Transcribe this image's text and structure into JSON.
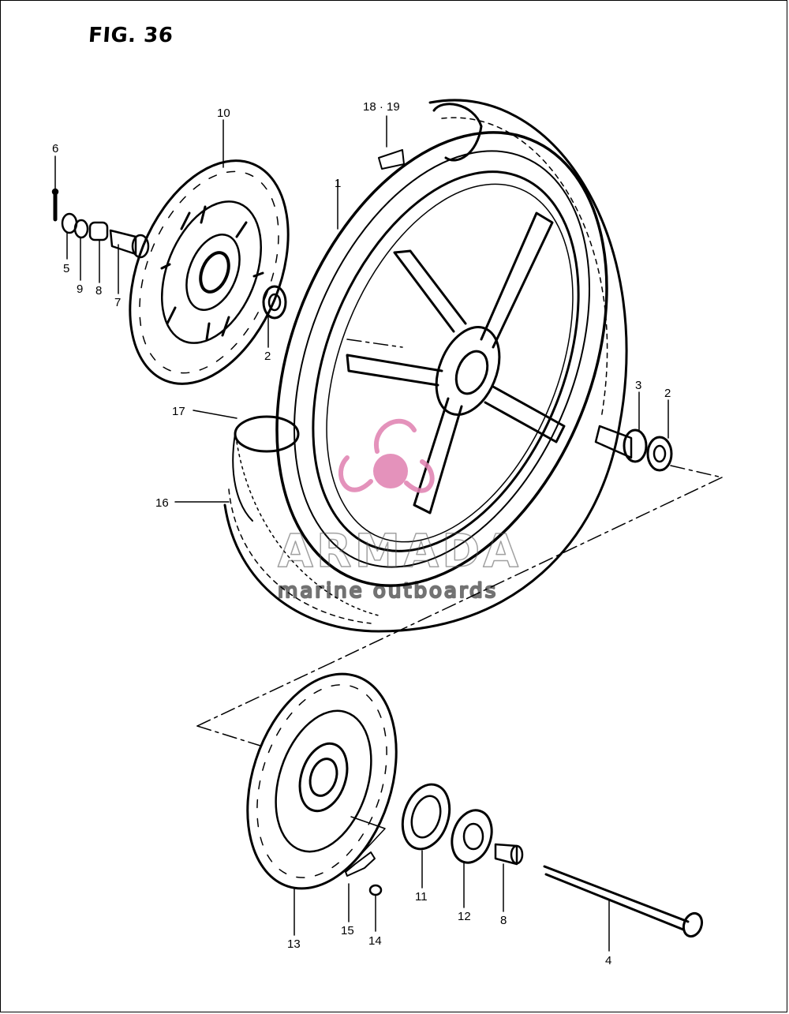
{
  "figure": {
    "title": "FIG. 36"
  },
  "watermark": {
    "brand": "ARMADA",
    "tagline": "marine outboards",
    "color": "#e07fb0"
  },
  "callouts": [
    {
      "id": "c1",
      "text": "1"
    },
    {
      "id": "c2a",
      "text": "2"
    },
    {
      "id": "c2b",
      "text": "2"
    },
    {
      "id": "c3",
      "text": "3"
    },
    {
      "id": "c4",
      "text": "4"
    },
    {
      "id": "c5",
      "text": "5"
    },
    {
      "id": "c6",
      "text": "6"
    },
    {
      "id": "c7",
      "text": "7"
    },
    {
      "id": "c8a",
      "text": "8"
    },
    {
      "id": "c8b",
      "text": "8"
    },
    {
      "id": "c9",
      "text": "9"
    },
    {
      "id": "c10",
      "text": "10"
    },
    {
      "id": "c11",
      "text": "11"
    },
    {
      "id": "c12",
      "text": "12"
    },
    {
      "id": "c13",
      "text": "13"
    },
    {
      "id": "c14",
      "text": "14"
    },
    {
      "id": "c15",
      "text": "15"
    },
    {
      "id": "c16",
      "text": "16"
    },
    {
      "id": "c17",
      "text": "17"
    },
    {
      "id": "c18",
      "text": "18 · 19"
    }
  ]
}
